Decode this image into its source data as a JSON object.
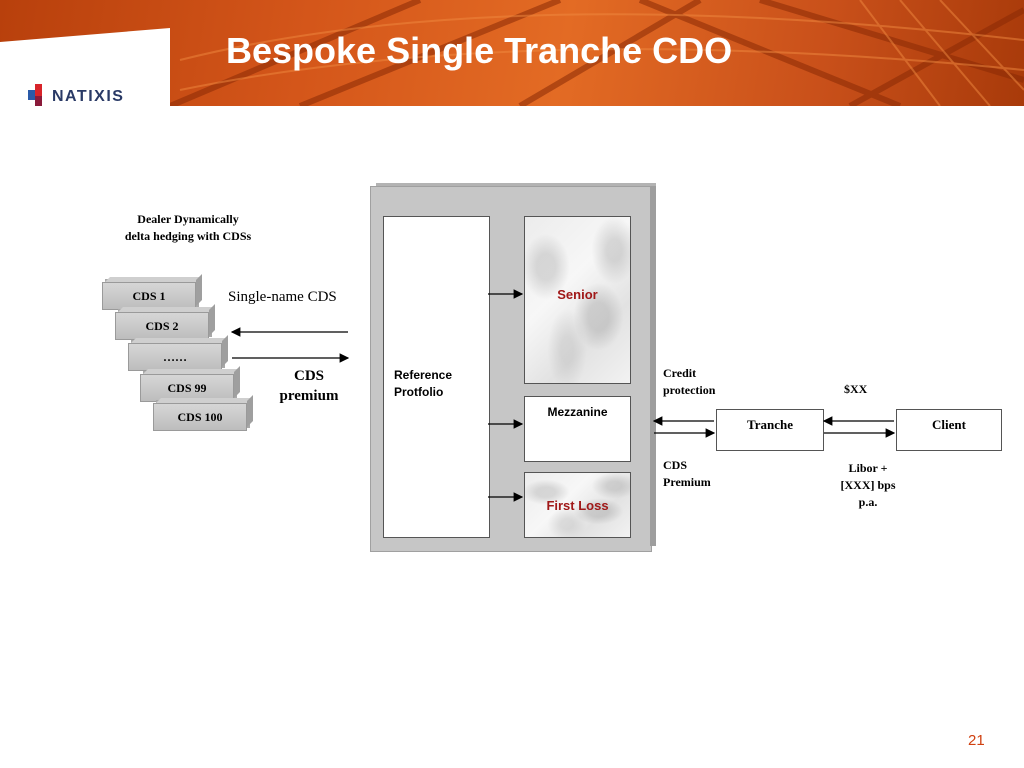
{
  "header": {
    "title": "Bespoke Single Tranche CDO",
    "logo_text": "NATIXIS"
  },
  "dealer_note": {
    "line1": "Dealer Dynamically",
    "line2": "delta hedging with CDSs"
  },
  "cds_stack": [
    {
      "label": "CDS 1"
    },
    {
      "label": "CDS 2"
    },
    {
      "label": "……"
    },
    {
      "label": "CDS 99"
    },
    {
      "label": "CDS 100"
    }
  ],
  "flows": {
    "single_name_cds": "Single-name CDS",
    "cds_premium_line1": "CDS",
    "cds_premium_line2": "premium",
    "credit_protection_line1": "Credit",
    "credit_protection_line2": "protection",
    "cds_premium_right_line1": "CDS",
    "cds_premium_right_line2": "Premium",
    "xx_amount": "$XX",
    "libor_line1": "Libor +",
    "libor_line2": "[XXX] bps",
    "libor_line3": "p.a."
  },
  "structure": {
    "reference_line1": "Reference",
    "reference_line2": "Protfolio",
    "senior": "Senior",
    "mezzanine": "Mezzanine",
    "first_loss": "First Loss"
  },
  "parties": {
    "tranche": "Tranche",
    "client": "Client"
  },
  "footer": {
    "page_number": "21"
  },
  "colors": {
    "header_orange": "#d4561a",
    "tranche_red": "#a01818",
    "page_number": "#d04010"
  }
}
